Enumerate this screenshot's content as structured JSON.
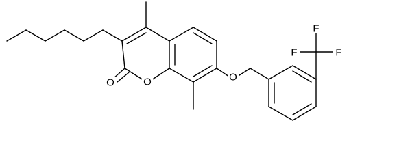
{
  "structure": {
    "colors": {
      "line": "#000000",
      "background": "#ffffff"
    },
    "atom_labels": {
      "carbonyl_oxygen": "O",
      "ring_oxygen": "O",
      "ether_oxygen": "O",
      "fluorine_1": "F",
      "fluorine_2": "F",
      "fluorine_3": "F"
    }
  }
}
